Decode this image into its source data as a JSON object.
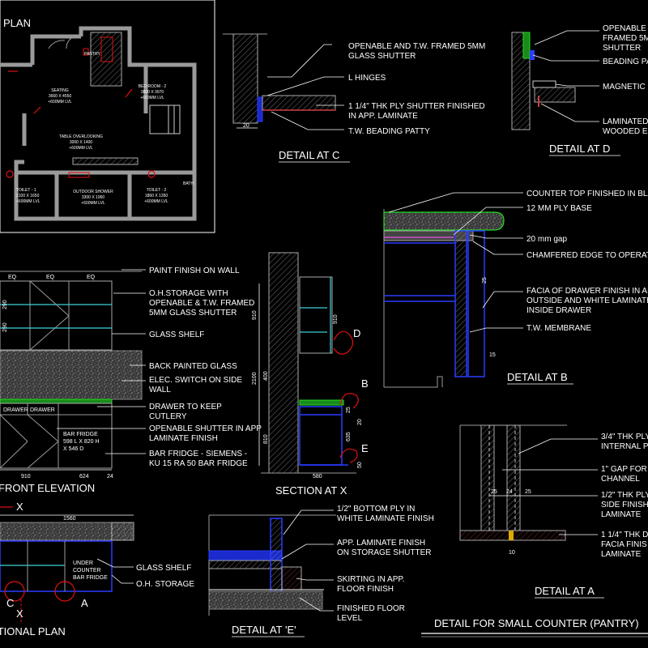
{
  "labels": {
    "plan_title": "PLAN",
    "detail_c": {
      "title": "DETAIL AT  C",
      "notes": [
        "OPENABLE AND T.W. FRAMED 5MM",
        "GLASS SHUTTER",
        "L HINGES",
        "1 1/4\" THK PLY SHUTTER FINISHED",
        "IN APP. LAMINATE",
        "T.W. BEADING PATTY"
      ],
      "dim": "20"
    },
    "detail_d": {
      "title": "DETAIL AT  D",
      "notes": [
        "OPENABLE",
        "FRAMED 5M",
        "SHUTTER",
        "BEADING PA",
        "MAGNETIC",
        "LAMINATED",
        "WOODED E"
      ]
    },
    "detail_b": {
      "title": "DETAIL AT B",
      "notes": [
        "COUNTER TOP FINISHED IN BLAC",
        "12 MM PLY BASE",
        "20 mm gap",
        "CHAMFERED EDGE TO OPERATE D",
        "FACIA OF DRAWER FINISH IN APP",
        "OUTSIDE AND WHITE LAMINATE FI",
        "INSIDE DRAWER",
        "T.W. MEMBRANE"
      ],
      "dims": [
        "25",
        "15"
      ]
    },
    "front_elevation": {
      "title": "FRONT ELEVATION",
      "notes": [
        "PAINT FINISH ON WALL",
        "O.H.STORAGE WITH",
        "OPENABLE & T.W. FRAMED",
        "5MM GLASS SHUTTER",
        "GLASS SHELF",
        "BACK PAINTED GLASS",
        "ELEC. SWITCH ON SIDE",
        "WALL",
        "DRAWER TO KEEP",
        "CUTLERY",
        "OPENABLE SHUTTER IN APP",
        "LAMINATE FINISH",
        "BAR FRIDGE - SIEMENS -",
        "KU 15 RA 50 BAR FRIDGE"
      ],
      "fridge_text": [
        "BAR FRIDGE",
        "598 L X 820 H",
        "X 546 D"
      ],
      "drawer_labels": [
        "DRAWER",
        "DRAWER"
      ],
      "dims": [
        "EQ",
        "EQ",
        "EQ",
        "290",
        "290",
        "910",
        "624",
        "24"
      ]
    },
    "section_x": {
      "title": "SECTION AT X",
      "markers": [
        "D",
        "B",
        "E"
      ],
      "dims": [
        "910",
        "2100",
        "400",
        "810",
        "580",
        "910",
        "25",
        "20",
        "635",
        "50"
      ]
    },
    "sectional_plan": {
      "title": "SECTIONAL PLAN",
      "notes": [
        "GLASS SHELF",
        "O.H. STORAGE"
      ],
      "inner_text": [
        "UNDER",
        "COUNTER",
        "BAR FRIDGE"
      ],
      "markers": [
        "X",
        "C",
        "X",
        "A"
      ],
      "dim": "1560"
    },
    "detail_e": {
      "title": "DETAIL AT 'E'",
      "notes": [
        "1/2\"  BOTTOM PLY IN",
        "WHITE LAMINATE FINISH",
        "APP. LAMINATE FINISH",
        "ON STORAGE SHUTTER",
        "SKIRTING IN APP.",
        "FLOOR FINISH",
        "FINISHED FLOOR",
        "LEVEL"
      ]
    },
    "detail_a": {
      "title": "DETAIL AT  A",
      "notes": [
        "3/4\" THK PLY",
        "INTERNAL P",
        "1\" GAP FOR",
        "CHANNEL",
        "1/2\" THK PLY",
        "SIDE FINISH",
        "LAMINATE",
        "1 1/4\" THK D",
        "FACIA FINIS",
        "LAMINATE"
      ],
      "dims": [
        "25",
        "24",
        "25",
        "10"
      ]
    },
    "sheet_title": "DETAIL FOR SMALL COUNTER (PANTRY)",
    "room_labels": [
      [
        "SEATING",
        "3660 X 4550",
        "+600MM LVL"
      ],
      [
        "BED ROOM - 2",
        "3800 X 3970",
        "+600MM LVL"
      ],
      [
        "TABLE OVERLOOKING",
        "3000 X 1400",
        "+600MM LVL"
      ],
      [
        "OUTDOOR SHOWER",
        "3300 X 1960",
        "+600MM LVL"
      ],
      [
        "TOILET - 2",
        "1860 X 1350",
        "+600MM LVL"
      ],
      [
        "TOILET - 1",
        "2100 X 1650",
        "+600MM LVL"
      ],
      [
        "BATH"
      ],
      [
        "PANTRY"
      ]
    ]
  }
}
